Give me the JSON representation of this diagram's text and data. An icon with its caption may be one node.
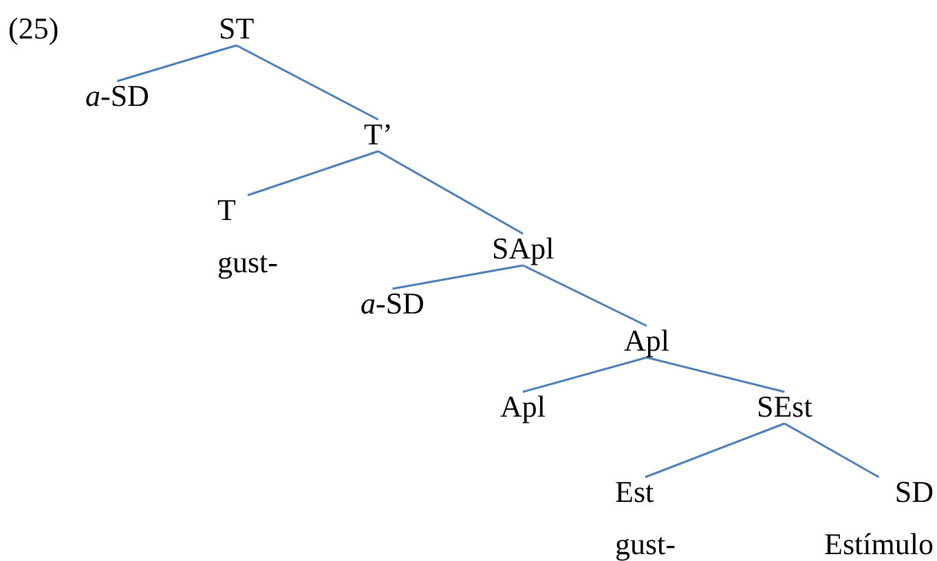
{
  "diagram": {
    "nodes": [
      {
        "text": [
          "ST"
        ]
      },
      {
        "text": [
          "*a*-SD"
        ]
      },
      {
        "text": [
          "T’"
        ]
      },
      {
        "text": [
          "T",
          "gust-"
        ]
      },
      {
        "text": [
          "SApl"
        ]
      },
      {
        "text": [
          "*a*-SD"
        ]
      },
      {
        "text": [
          "Apl"
        ]
      },
      {
        "text": [
          "Apl"
        ]
      },
      {
        "text": [
          "SEst"
        ]
      },
      {
        "text": [
          "Est",
          "gust-"
        ]
      },
      {
        "text": [
          "SD",
          "Estímulo"
        ]
      }
    ],
    "edges": [
      {
        "from": 0,
        "to": 1,
        "arrow": "none"
      },
      {
        "from": 0,
        "to": 2,
        "arrow": "none"
      },
      {
        "from": 2,
        "to": 3,
        "arrow": "none"
      },
      {
        "from": 2,
        "to": 4,
        "arrow": "none"
      },
      {
        "from": 4,
        "to": 5,
        "arrow": "none"
      },
      {
        "from": 4,
        "to": 6,
        "arrow": "none"
      },
      {
        "from": 6,
        "to": 7,
        "arrow": "none"
      },
      {
        "from": 6,
        "to": 8,
        "arrow": "none"
      },
      {
        "from": 8,
        "to": 9,
        "arrow": "none"
      },
      {
        "from": 8,
        "to": 10,
        "arrow": "none"
      }
    ],
    "labels": [
      "(25)"
    ]
  }
}
